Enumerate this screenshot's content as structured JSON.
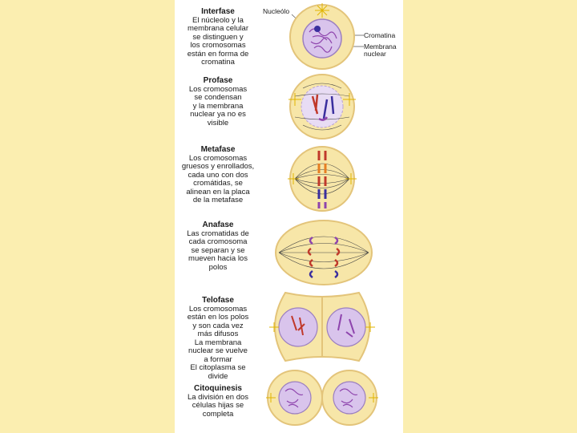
{
  "stages": [
    {
      "title": "Interfase",
      "desc": "El núcleolo y la\nmembrana celular\nse distinguen y\nlos cromosomas\nestán en forma de\ncromatina"
    },
    {
      "title": "Profase",
      "desc": "Los cromosomas\nse condensan\ny la membrana\nnuclear ya no es\nvisible"
    },
    {
      "title": "Metafase",
      "desc": "Los cromosomas\ngruesos y enrollados,\ncada uno con dos\ncromátidas, se\nalinean en la placa\nde la metafase"
    },
    {
      "title": "Anafase",
      "desc": "Las cromatidas de\ncada cromosoma\nse separan y se\nmueven hacia los\npolos"
    },
    {
      "title": "Telofase",
      "desc": "Los cromosomas\nestán en los polos\ny son cada vez\nmás difusos\nLa membrana\nnuclear se vuelve\na formar\nEl citoplasma se\ndivide"
    },
    {
      "title": "Citoquinesis",
      "desc": "La división en dos\ncélulas hijas se\ncompleta"
    }
  ],
  "labels": {
    "nucleolo": "Nucleólo",
    "cromatina": "Cromatina",
    "membrana": "Membrana\nnuclear"
  },
  "colors": {
    "background": "#fbeeb0",
    "panel": "#ffffff",
    "cytoplasm": "#f7e6a8",
    "cell_border": "#e3c47a",
    "nucleus": "#d9c4ec",
    "chromosome_red": "#c0392b",
    "chromosome_blue": "#3a2f9e",
    "chromosome_purple": "#8e44ad",
    "centrosome": "#e0b400"
  }
}
